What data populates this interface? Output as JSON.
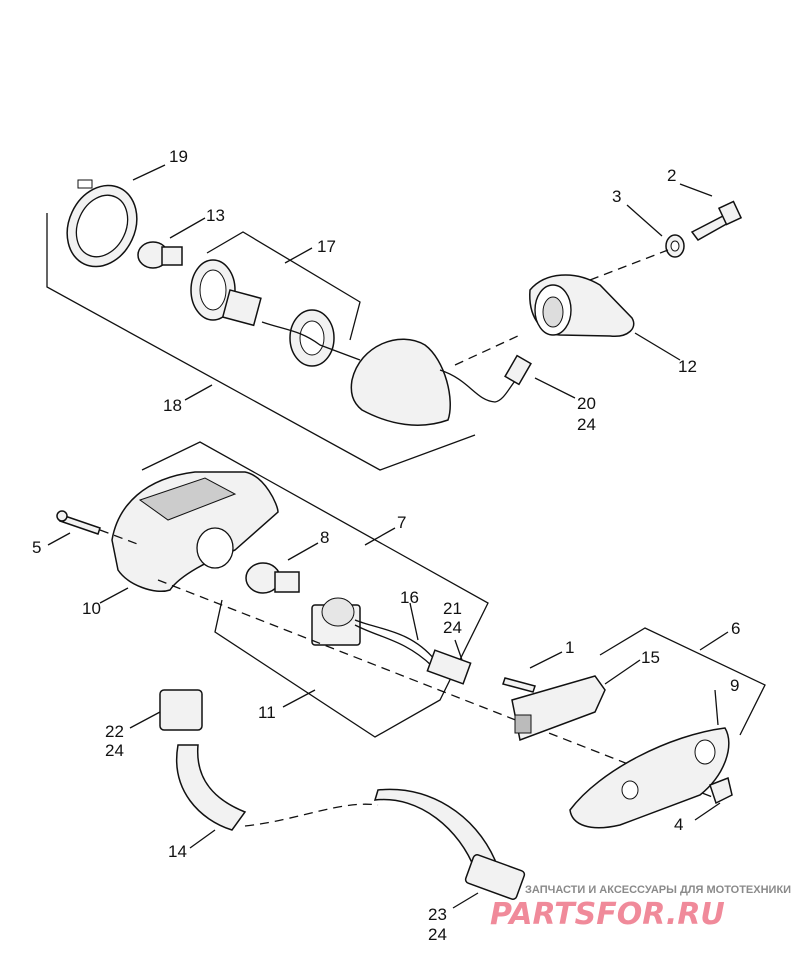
{
  "callouts": [
    {
      "id": "19",
      "text": "19"
    },
    {
      "id": "13",
      "text": "13"
    },
    {
      "id": "17",
      "text": "17"
    },
    {
      "id": "3",
      "text": "3"
    },
    {
      "id": "2",
      "text": "2"
    },
    {
      "id": "12",
      "text": "12"
    },
    {
      "id": "18",
      "text": "18"
    },
    {
      "id": "20",
      "text": "20"
    },
    {
      "id": "24a",
      "text": "24"
    },
    {
      "id": "5",
      "text": "5"
    },
    {
      "id": "7",
      "text": "7"
    },
    {
      "id": "8",
      "text": "8"
    },
    {
      "id": "10",
      "text": "10"
    },
    {
      "id": "16",
      "text": "16"
    },
    {
      "id": "21",
      "text": "21"
    },
    {
      "id": "24b",
      "text": "24"
    },
    {
      "id": "1",
      "text": "1"
    },
    {
      "id": "15",
      "text": "15"
    },
    {
      "id": "6",
      "text": "6"
    },
    {
      "id": "9",
      "text": "9"
    },
    {
      "id": "11",
      "text": "11"
    },
    {
      "id": "22",
      "text": "22"
    },
    {
      "id": "24c",
      "text": "24"
    },
    {
      "id": "4",
      "text": "4"
    },
    {
      "id": "14",
      "text": "14"
    },
    {
      "id": "23",
      "text": "23"
    },
    {
      "id": "24d",
      "text": "24"
    }
  ],
  "watermark": {
    "tagline": "ЗАПЧАСТИ И АКСЕССУАРЫ ДЛЯ МОТОТЕХНИКИ",
    "logo": "PARTSFOR.RU"
  },
  "colors": {
    "line": "#111111",
    "watermark_logo": "#f08a9a",
    "watermark_text": "#8a8a8a"
  }
}
